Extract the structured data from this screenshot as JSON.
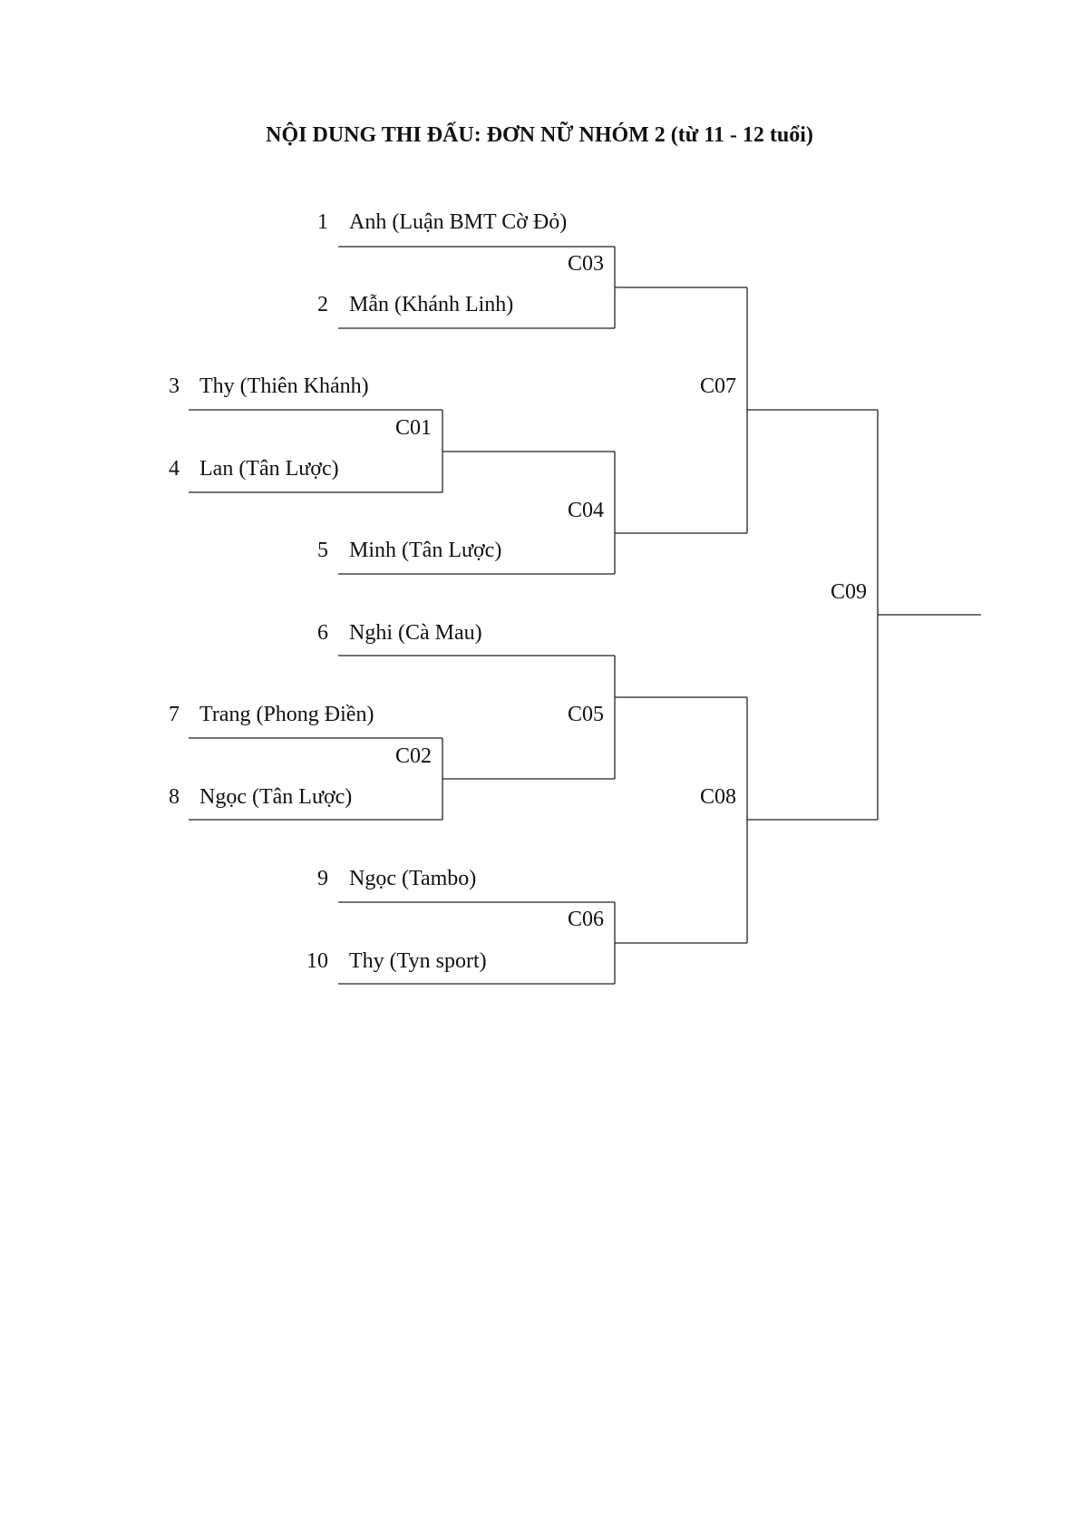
{
  "title": "NỘI DUNG THI ĐẤU: ĐƠN NỮ NHÓM 2 (từ 11 - 12 tuổi)",
  "players": [
    {
      "seed": "1",
      "name": "Anh (Luận BMT Cờ Đỏ)"
    },
    {
      "seed": "2",
      "name": "Mẫn (Khánh Linh)"
    },
    {
      "seed": "3",
      "name": "Thy (Thiên Khánh)"
    },
    {
      "seed": "4",
      "name": "Lan (Tân Lược)"
    },
    {
      "seed": "5",
      "name": "Minh (Tân Lược)"
    },
    {
      "seed": "6",
      "name": "Nghi (Cà Mau)"
    },
    {
      "seed": "7",
      "name": "Trang (Phong Điền)"
    },
    {
      "seed": "8",
      "name": "Ngọc (Tân Lược)"
    },
    {
      "seed": "9",
      "name": "Ngọc (Tambo)"
    },
    {
      "seed": "10",
      "name": "Thy (Tyn sport)"
    }
  ],
  "matches": [
    "C01",
    "C02",
    "C03",
    "C04",
    "C05",
    "C06",
    "C07",
    "C08",
    "C09"
  ]
}
